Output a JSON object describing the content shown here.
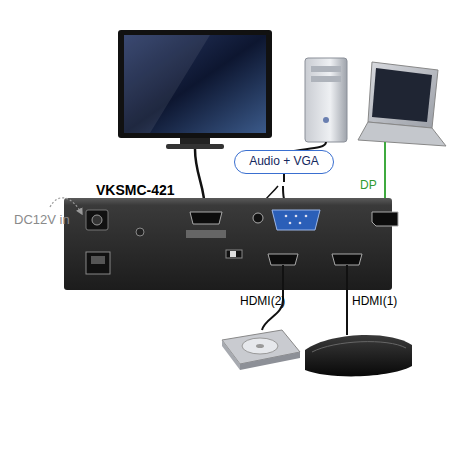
{
  "diagram": {
    "nodes": [
      {
        "text": [
          "VKSMC-421"
        ]
      },
      {
        "text": [
          "Audio + VGA"
        ]
      }
    ],
    "edges": [
      {
        "from": 1,
        "to": 0,
        "arrow": "none"
      }
    ],
    "labels": [
      "DC12V in",
      "DP",
      "HDMI(2)",
      "HDMI(1)"
    ]
  }
}
